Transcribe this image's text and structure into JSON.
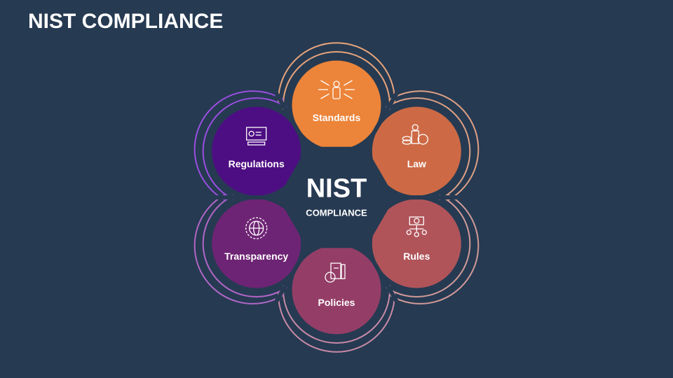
{
  "title": "NIST COMPLIANCE",
  "center": {
    "title": "NIST",
    "subtitle": "COMPLIANCE"
  },
  "segments": [
    {
      "label": "Standards",
      "icon": "person-arrows-icon",
      "color": "#ec8439",
      "ring": "#e8a47a"
    },
    {
      "label": "Law",
      "icon": "person-coins-clock-icon",
      "color": "#cd6a45",
      "ring": "#dfa085"
    },
    {
      "label": "Rules",
      "icon": "money-network-icon",
      "color": "#b0545a",
      "ring": "#d29a98"
    },
    {
      "label": "Policies",
      "icon": "clipboard-clock-icon",
      "color": "#943e67",
      "ring": "#c98aa6"
    },
    {
      "label": "Transparency",
      "icon": "globe-icon",
      "color": "#6e2474",
      "ring": "#b266c6"
    },
    {
      "label": "Regulations",
      "icon": "cheque-pen-icon",
      "color": "#4e0e83",
      "ring": "#9a4ee0"
    }
  ]
}
